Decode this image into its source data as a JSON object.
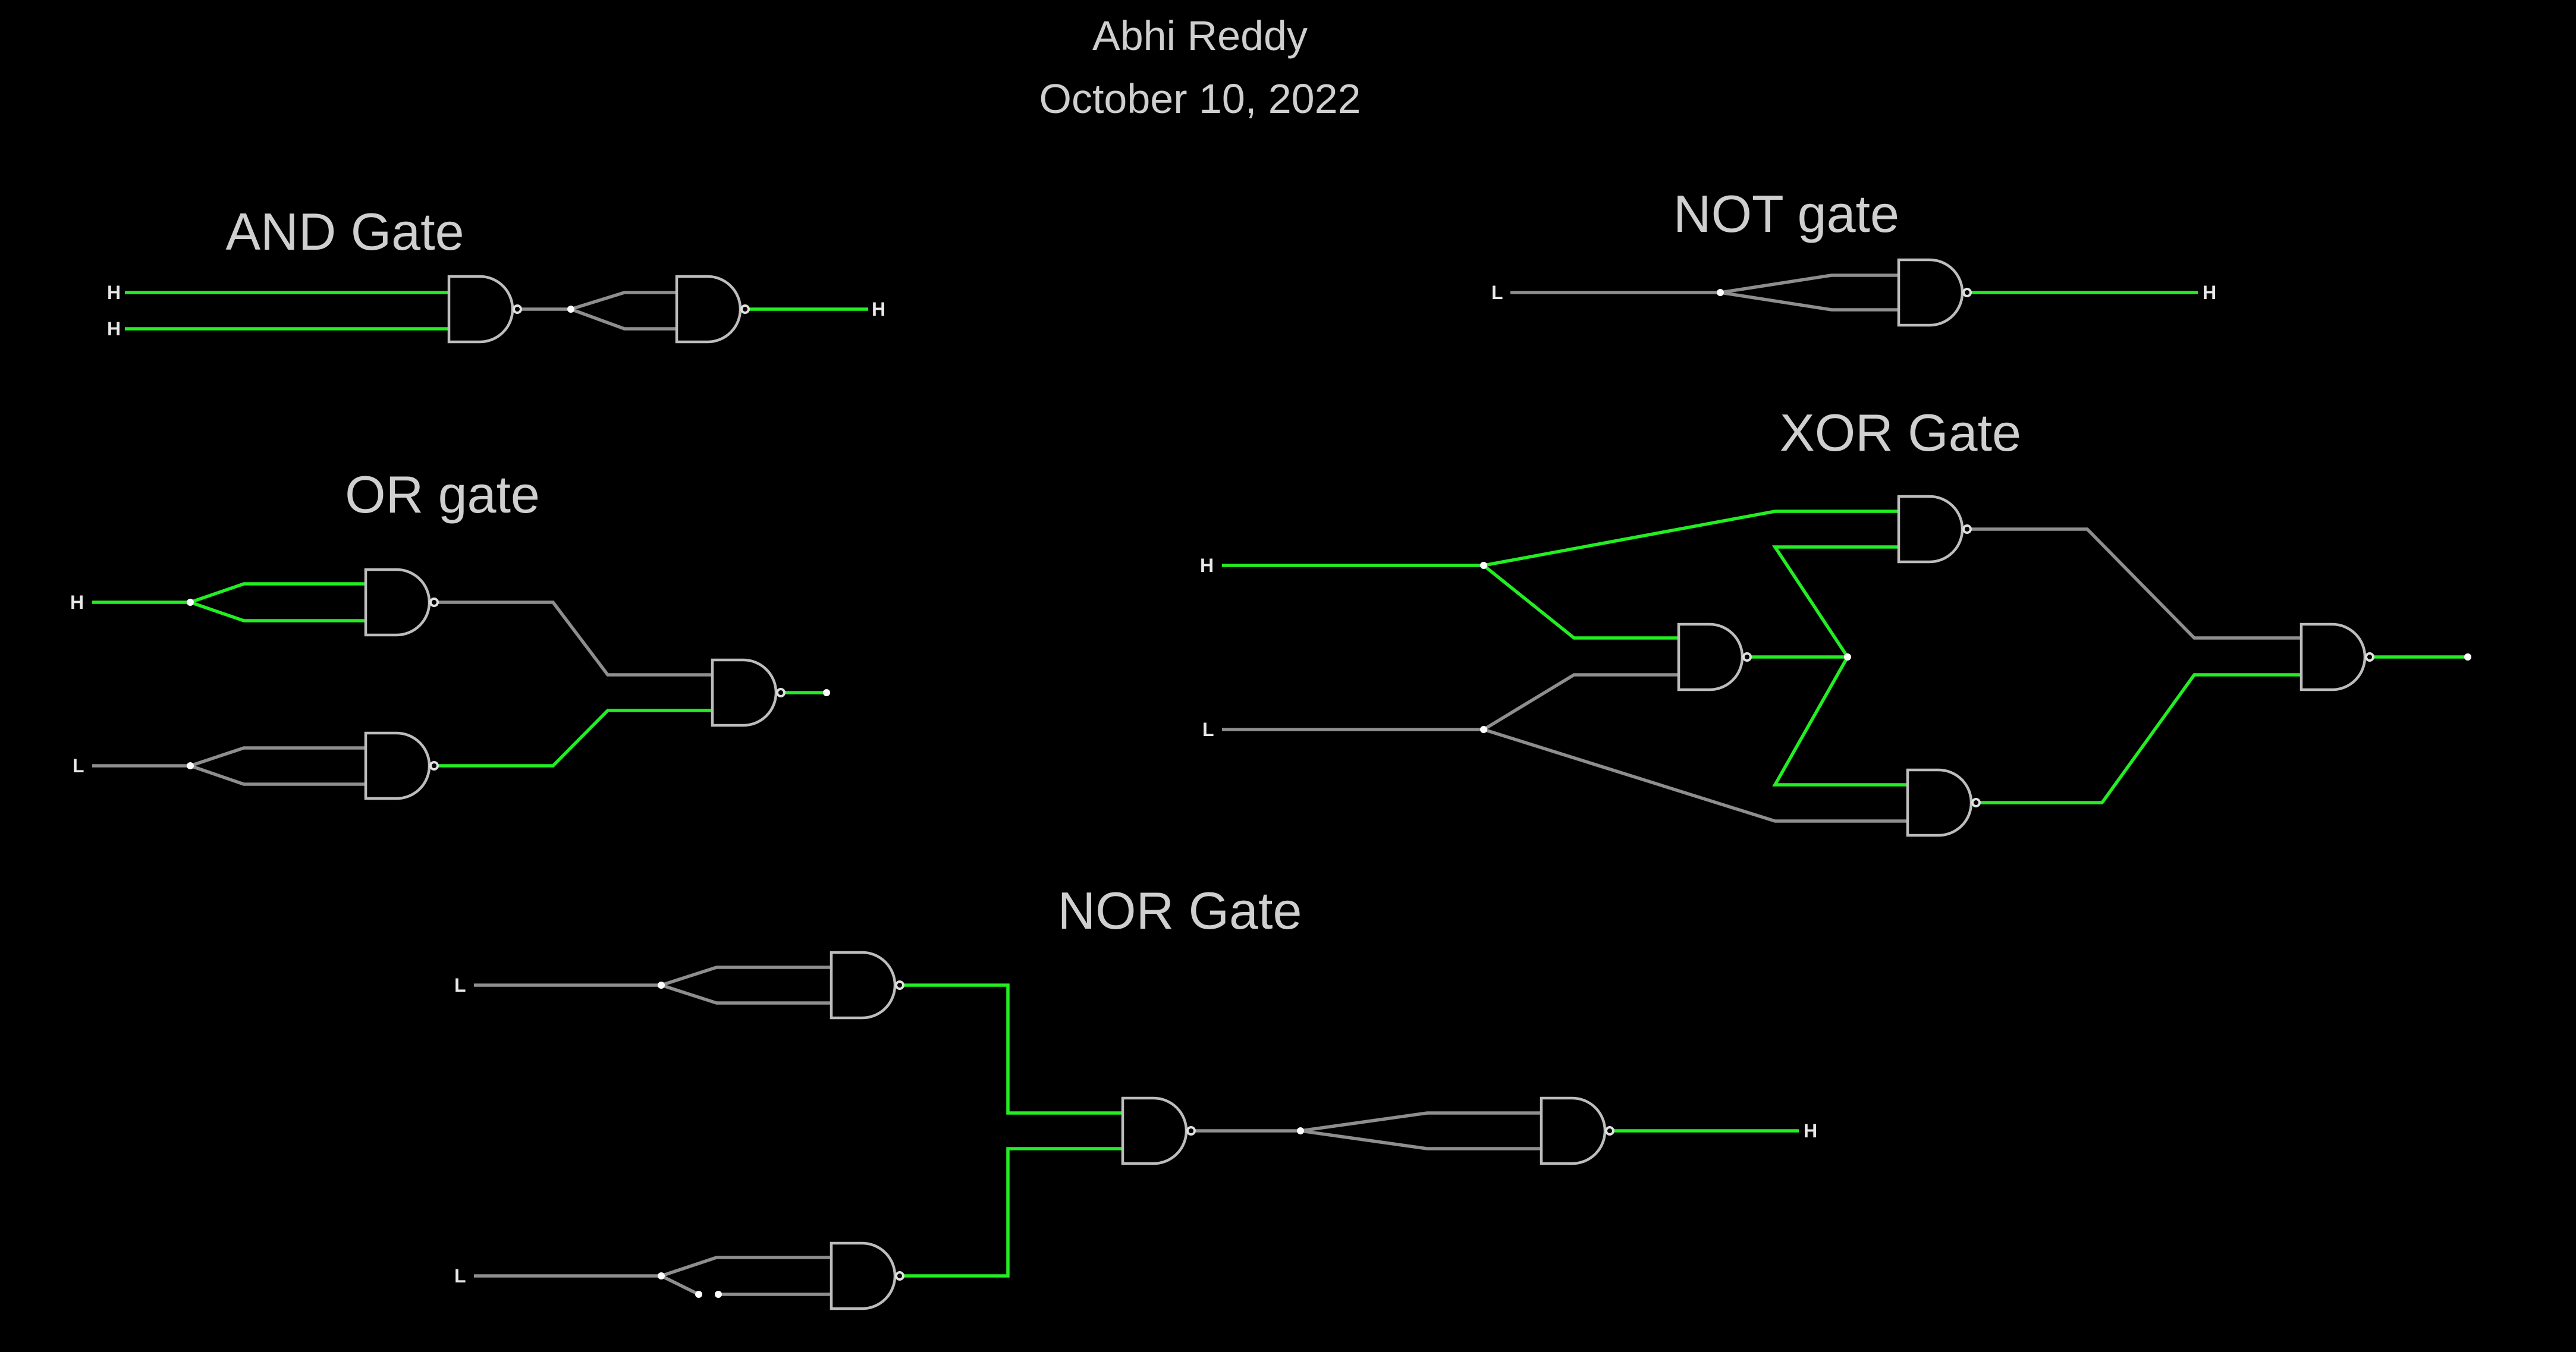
{
  "header": {
    "author": "Abhi Reddy",
    "date": "October 10, 2022"
  },
  "sections": {
    "and_title": "AND Gate",
    "not_title": "NOT gate",
    "or_title": "OR gate",
    "xor_title": "XOR Gate",
    "nor_title": "NOR Gate"
  },
  "pins": {
    "and_in_a": "H",
    "and_in_b": "H",
    "and_out": "H",
    "not_in": "L",
    "not_out": "H",
    "or_in_a": "H",
    "or_in_b": "L",
    "xor_in_a": "H",
    "xor_in_b": "L",
    "nor_in_a": "L",
    "nor_in_b": "L",
    "nor_out": "H"
  },
  "colors": {
    "background": "#000000",
    "high_wire": "#22ee22",
    "low_wire": "#8e8e8e",
    "gate_outline": "#bdbdbd",
    "title_text": "#cfcfcf"
  }
}
